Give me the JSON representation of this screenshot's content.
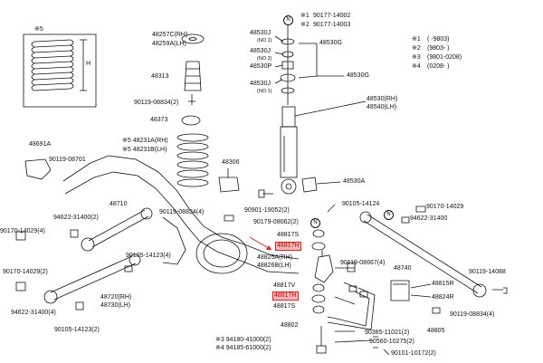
{
  "notes": {
    "spring_ref": "※5",
    "spring_height": "H",
    "remarks": [
      {
        "mark": "※1",
        "text": "(      -9803)"
      },
      {
        "mark": "※2",
        "text": "(9803-      )"
      },
      {
        "mark": "※3",
        "text": "(9801-0208)"
      },
      {
        "mark": "※4",
        "text": "(0208-      )"
      }
    ],
    "n1": {
      "mark": "※1",
      "text": "90177-14002"
    },
    "n2": {
      "mark": "※2",
      "text": "90177-14003"
    },
    "n_symbol": "N"
  },
  "parts": {
    "p48257c": "48257C(RH)",
    "p48259a": "48259A(LH)",
    "p48313": "48313",
    "p90119_08834_2": "90119-08834(2)",
    "p48373": "48373",
    "p48231a": "※5 48231A(RH)",
    "p48231b": "※5 48231B(LH)",
    "p48306": "48306",
    "p48691a": "48691A",
    "p90119_08701": "90119-08701",
    "p48710": "48710",
    "p90119_08834_4": "90119-08834(4)",
    "p94622_31400_2": "94622-31400(2)",
    "p90170_14029_4": "90170-14029(4)",
    "p90105_14123_4": "90105-14123(4)",
    "p90170_14029_2": "90170-14029(2)",
    "p48720": "48720(RH)",
    "p48730": "48730(LH)",
    "p94622_31400_4": "94622-31400(4)",
    "p90105_14123_2": "90105-14123(2)",
    "p48530j1": "48530J",
    "p48530j1_no": "(NO.1)",
    "p48530j2": "48530J",
    "p48530j2_no": "(NO.2)",
    "p48530p": "48530P",
    "p48530j3": "48530J",
    "p48530j3_no": "(NO.1)",
    "p48530g_a": "48530G",
    "p48530g_b": "48530G",
    "p48530": "48530(RH)",
    "p48540": "48540(LH)",
    "p48530a": "48530A",
    "p90901": "90901-19052(2)",
    "p90179": "90179-08062(2)",
    "p48817s_a": "48817S",
    "p48817h_a": "48817H",
    "p48825a": "48825A(RH)",
    "p48826b": "48826B(LH)",
    "p48817v": "48817V",
    "p48817h_b": "48817H",
    "p48817s_b": "48817S",
    "p48802": "48802",
    "p94180": "※3 94180-41000(2)",
    "p94185": "※4 94185-61000(2)",
    "p90105_14124": "90105-14124",
    "p90170_14029_r": "90170-14029",
    "p94622_31400_r": "94622-31400",
    "p48740": "48740",
    "p90119_08667": "90119-08667(4)",
    "p90119_14088": "90119-14088",
    "p48815r": "48815R",
    "p48824r": "48824R",
    "p90119_08834_rr": "90119-08834(4)",
    "p48805": "48805",
    "p90385": "90385-11021(2)",
    "p90560": "90560-10275(2)",
    "p90101": "90101-10172(2)"
  }
}
